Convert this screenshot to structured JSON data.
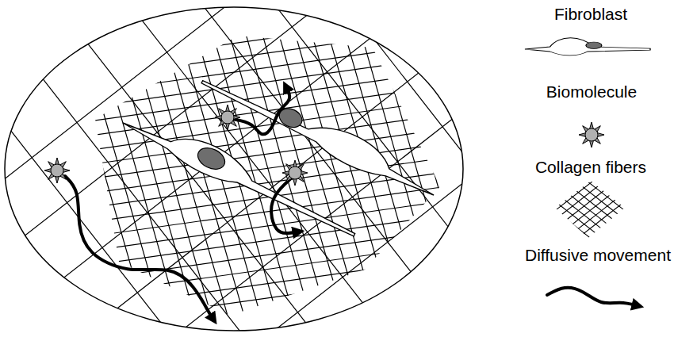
{
  "diagram": {
    "legend": [
      {
        "text": "Fibroblast"
      },
      {
        "text": "Biomolecule"
      },
      {
        "text": "Collagen fibers"
      },
      {
        "text": "Diffusive movement"
      }
    ]
  }
}
